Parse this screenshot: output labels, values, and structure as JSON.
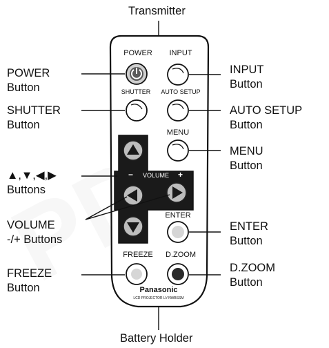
{
  "remote_labels": {
    "power": "POWER",
    "input": "INPUT",
    "shutter": "SHUTTER",
    "auto_setup": "AUTO SETUP",
    "menu": "MENU",
    "volume": "VOLUME",
    "enter": "ENTER",
    "freeze": "FREEZE",
    "d_zoom": "D.ZOOM",
    "brand": "Panasonic",
    "fine_print": "LCD PROJECTOR  LV-NWBSSM"
  },
  "callouts": {
    "transmitter": "Transmitter",
    "battery_holder": "Battery Holder",
    "power": [
      "POWER",
      "Button"
    ],
    "shutter": [
      "SHUTTER",
      "Button"
    ],
    "arrows": [
      "▲,▼,◀,▶",
      "Buttons"
    ],
    "volume": [
      "VOLUME",
      "-/+ Buttons"
    ],
    "freeze": [
      "FREEZE",
      "Button"
    ],
    "input": [
      "INPUT",
      "Button"
    ],
    "auto_setup": [
      "AUTO SETUP",
      "Button"
    ],
    "menu": [
      "MENU",
      "Button"
    ],
    "enter": [
      "ENTER",
      "Button"
    ],
    "d_zoom": [
      "D.ZOOM",
      "Button"
    ]
  },
  "watermark_text": "PDF"
}
